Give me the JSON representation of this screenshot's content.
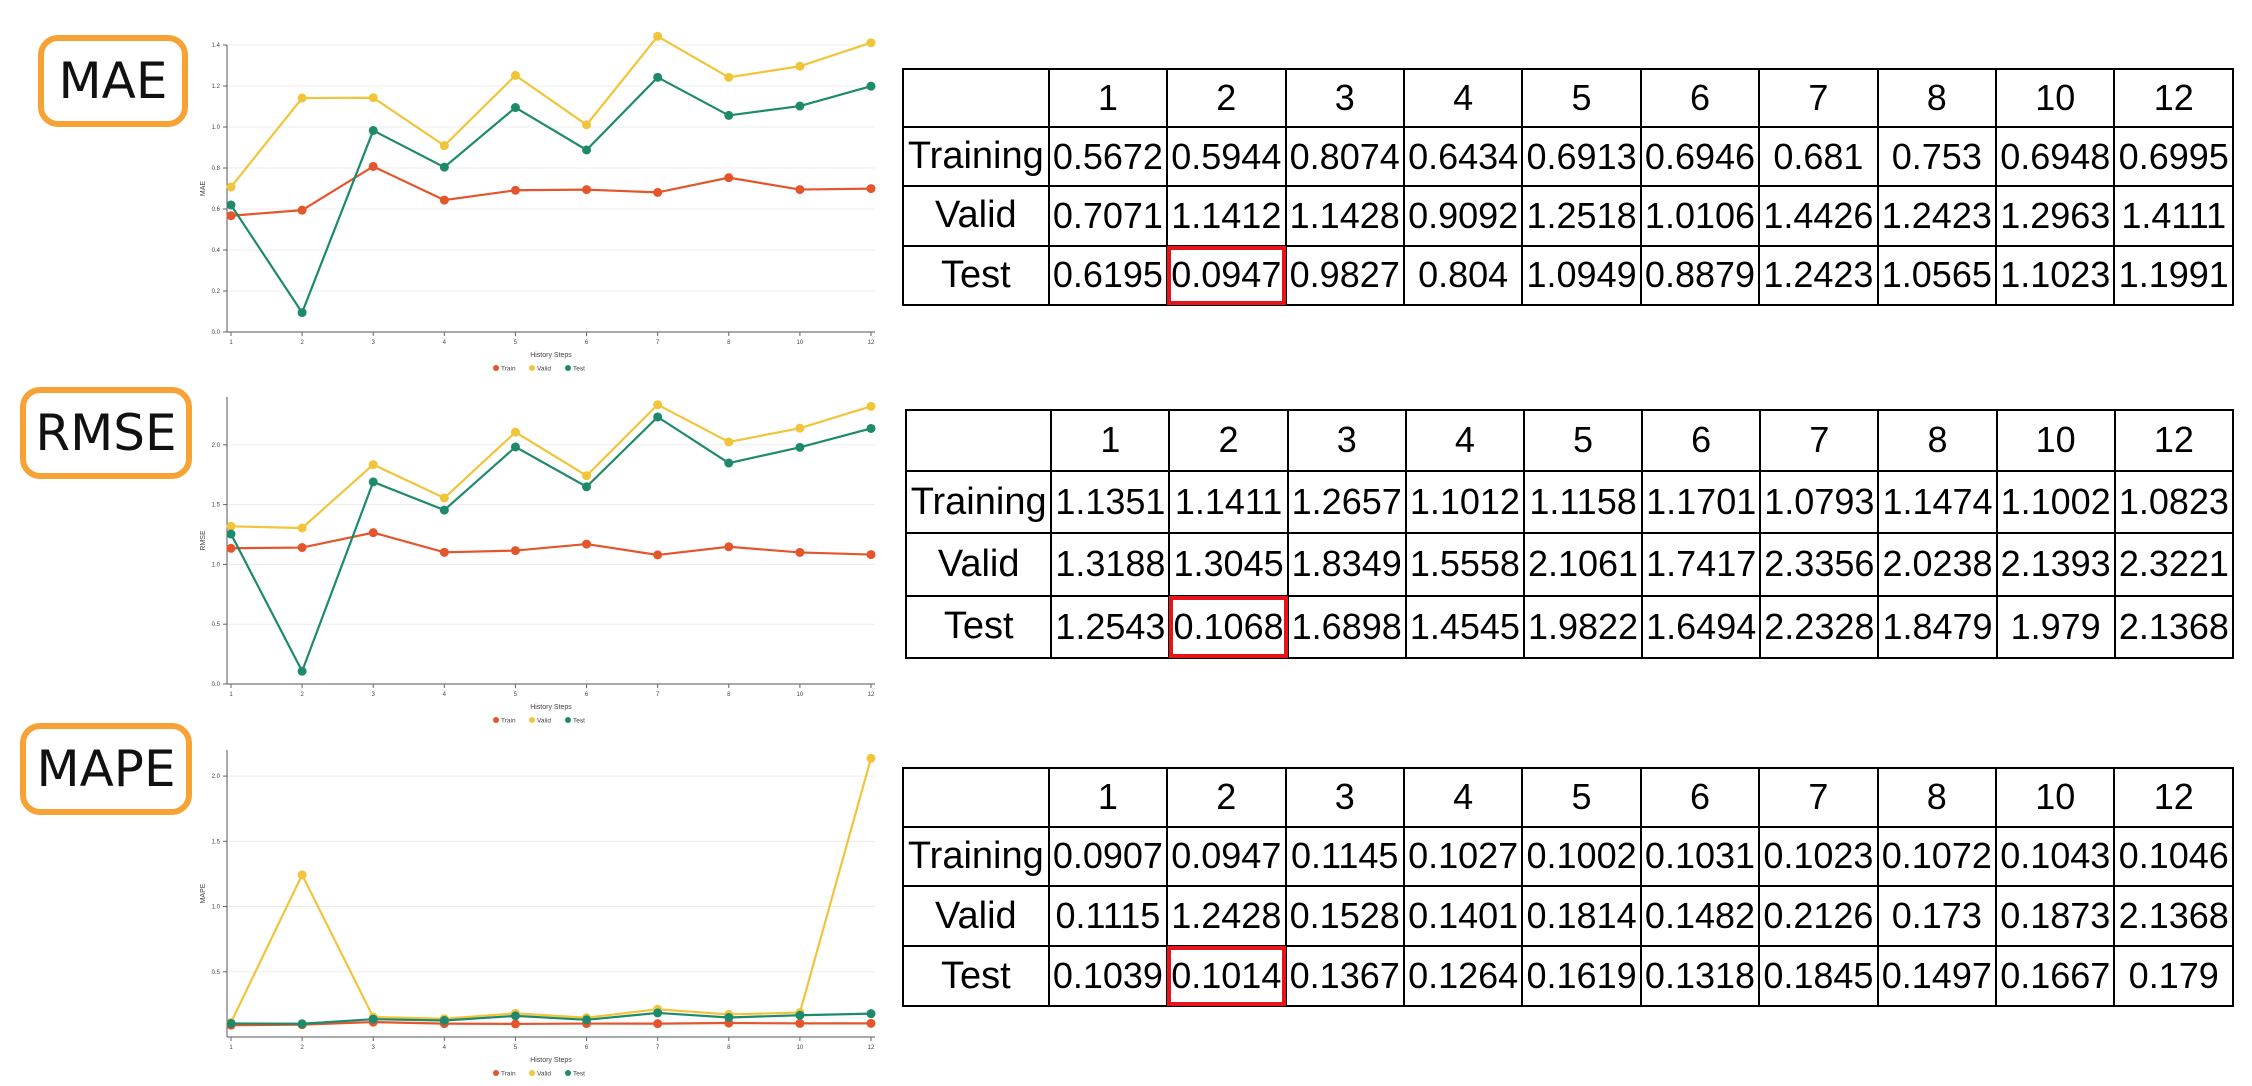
{
  "panels": [
    {
      "id": "mae",
      "label": "MAE",
      "chart_data": {
        "type": "line",
        "title": "",
        "xlabel": "History Steps",
        "ylabel": "MAE",
        "categories": [
          "1",
          "2",
          "3",
          "4",
          "5",
          "6",
          "7",
          "8",
          "10",
          "12"
        ],
        "ylim": [
          0,
          1.4
        ],
        "yticks": [
          0.0,
          0.2,
          0.4,
          0.6,
          0.8,
          1.0,
          1.2,
          1.4
        ],
        "ytick_labels": [
          "0.0",
          "0.2",
          "0.4",
          "0.6",
          "0.8",
          "1.0",
          "1.2",
          "1.4"
        ],
        "grid": true,
        "legend": "bottom",
        "series": [
          {
            "name": "Train",
            "color": "#e4552c",
            "values": [
              0.5672,
              0.5944,
              0.8074,
              0.6434,
              0.6913,
              0.6946,
              0.681,
              0.753,
              0.6948,
              0.6995
            ]
          },
          {
            "name": "Valid",
            "color": "#f2c43a",
            "values": [
              0.7071,
              1.1412,
              1.1428,
              0.9092,
              1.2518,
              1.0106,
              1.4426,
              1.2423,
              1.2963,
              1.4111
            ]
          },
          {
            "name": "Test",
            "color": "#1d8a6c",
            "values": [
              0.6195,
              0.0947,
              0.9827,
              0.804,
              1.0949,
              0.8879,
              1.2423,
              1.0565,
              1.1023,
              1.1991
            ]
          }
        ]
      },
      "table": {
        "headers": [
          "",
          "1",
          "2",
          "3",
          "4",
          "5",
          "6",
          "7",
          "8",
          "10",
          "12"
        ],
        "rows": [
          [
            "Training",
            "0.5672",
            "0.5944",
            "0.8074",
            "0.6434",
            "0.6913",
            "0.6946",
            "0.681",
            "0.753",
            "0.6948",
            "0.6995"
          ],
          [
            "Valid",
            "0.7071",
            "1.1412",
            "1.1428",
            "0.9092",
            "1.2518",
            "1.0106",
            "1.4426",
            "1.2423",
            "1.2963",
            "1.4111"
          ],
          [
            "Test",
            "0.6195",
            "0.0947",
            "0.9827",
            "0.804",
            "1.0949",
            "0.8879",
            "1.2423",
            "1.0565",
            "1.1023",
            "1.1991"
          ]
        ],
        "highlight": {
          "row": 2,
          "col": 2
        }
      }
    },
    {
      "id": "rmse",
      "label": "RMSE",
      "chart_data": {
        "type": "line",
        "title": "",
        "xlabel": "History Steps",
        "ylabel": "RMSE",
        "categories": [
          "1",
          "2",
          "3",
          "4",
          "5",
          "6",
          "7",
          "8",
          "10",
          "12"
        ],
        "ylim": [
          0,
          2.4
        ],
        "yticks": [
          0.0,
          0.5,
          1.0,
          1.5,
          2.0
        ],
        "ytick_labels": [
          "0.0",
          "0.5",
          "1.0",
          "1.5",
          "2.0"
        ],
        "grid": true,
        "legend": "bottom",
        "series": [
          {
            "name": "Train",
            "color": "#e4552c",
            "values": [
              1.1351,
              1.1411,
              1.2657,
              1.1012,
              1.1158,
              1.1701,
              1.0793,
              1.1474,
              1.1002,
              1.0823
            ]
          },
          {
            "name": "Valid",
            "color": "#f2c43a",
            "values": [
              1.3188,
              1.3045,
              1.8349,
              1.5558,
              2.1061,
              1.7417,
              2.3356,
              2.0238,
              2.1393,
              2.3221
            ]
          },
          {
            "name": "Test",
            "color": "#1d8a6c",
            "values": [
              1.2543,
              0.1068,
              1.6898,
              1.4545,
              1.9822,
              1.6494,
              2.2328,
              1.8479,
              1.979,
              2.1368
            ]
          }
        ]
      },
      "table": {
        "headers": [
          "",
          "1",
          "2",
          "3",
          "4",
          "5",
          "6",
          "7",
          "8",
          "10",
          "12"
        ],
        "rows": [
          [
            "Training",
            "1.1351",
            "1.1411",
            "1.2657",
            "1.1012",
            "1.1158",
            "1.1701",
            "1.0793",
            "1.1474",
            "1.1002",
            "1.0823"
          ],
          [
            "Valid",
            "1.3188",
            "1.3045",
            "1.8349",
            "1.5558",
            "2.1061",
            "1.7417",
            "2.3356",
            "2.0238",
            "2.1393",
            "2.3221"
          ],
          [
            "Test",
            "1.2543",
            "0.1068",
            "1.6898",
            "1.4545",
            "1.9822",
            "1.6494",
            "2.2328",
            "1.8479",
            "1.979",
            "2.1368"
          ]
        ],
        "highlight": {
          "row": 2,
          "col": 2
        }
      }
    },
    {
      "id": "mape",
      "label": "MAPE",
      "chart_data": {
        "type": "line",
        "title": "",
        "xlabel": "History Steps",
        "ylabel": "MAPE",
        "categories": [
          "1",
          "2",
          "3",
          "4",
          "5",
          "6",
          "7",
          "8",
          "10",
          "12"
        ],
        "ylim": [
          0,
          2.2
        ],
        "yticks": [
          0.5,
          1.0,
          1.5,
          2.0
        ],
        "ytick_labels": [
          "0.5",
          "1.0",
          "1.5",
          "2.0"
        ],
        "grid": true,
        "legend": "bottom",
        "series": [
          {
            "name": "Train",
            "color": "#e4552c",
            "values": [
              0.0907,
              0.0947,
              0.1145,
              0.1027,
              0.1002,
              0.1031,
              0.1023,
              0.1072,
              0.1043,
              0.1046
            ]
          },
          {
            "name": "Valid",
            "color": "#f2c43a",
            "values": [
              0.1115,
              1.2428,
              0.1528,
              0.1401,
              0.1814,
              0.1482,
              0.2126,
              0.173,
              0.1873,
              2.1368
            ]
          },
          {
            "name": "Test",
            "color": "#1d8a6c",
            "values": [
              0.1039,
              0.1014,
              0.1367,
              0.1264,
              0.1619,
              0.1318,
              0.1845,
              0.1497,
              0.1667,
              0.179
            ]
          }
        ]
      },
      "table": {
        "headers": [
          "",
          "1",
          "2",
          "3",
          "4",
          "5",
          "6",
          "7",
          "8",
          "10",
          "12"
        ],
        "rows": [
          [
            "Training",
            "0.0907",
            "0.0947",
            "0.1145",
            "0.1027",
            "0.1002",
            "0.1031",
            "0.1023",
            "0.1072",
            "0.1043",
            "0.1046"
          ],
          [
            "Valid",
            "0.1115",
            "1.2428",
            "0.1528",
            "0.1401",
            "0.1814",
            "0.1482",
            "0.2126",
            "0.173",
            "0.1873",
            "2.1368"
          ],
          [
            "Test",
            "0.1039",
            "0.1014",
            "0.1367",
            "0.1264",
            "0.1619",
            "0.1318",
            "0.1845",
            "0.1497",
            "0.1667",
            "0.179"
          ]
        ],
        "highlight": {
          "row": 2,
          "col": 2
        }
      }
    }
  ]
}
